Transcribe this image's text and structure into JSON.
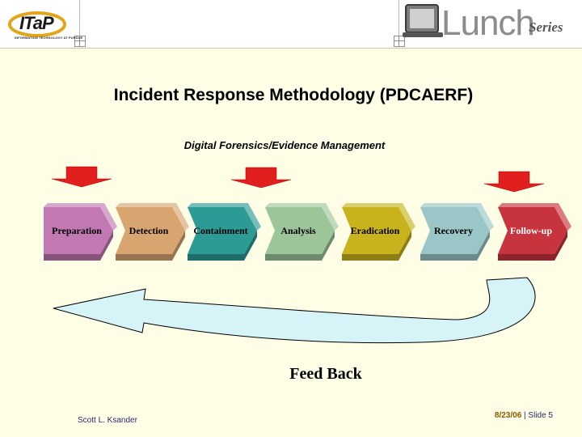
{
  "header": {
    "logo_text": "ITaP",
    "logo_subtext": "INFORMATION TECHNOLOGY AT PURDUE",
    "series_word": "Lunch",
    "series_suffix": "Series"
  },
  "slide": {
    "title": "Incident Response Methodology (PDCAERF)",
    "subtitle": "Digital Forensics/Evidence Management",
    "feedback_label": "Feed Back",
    "author": "Scott L. Ksander",
    "date": "8/23/06",
    "separator": " | ",
    "slide_number": "Slide 5"
  },
  "process": {
    "steps": [
      {
        "label": "Preparation",
        "color": "#c178b3",
        "text_color": "#000000"
      },
      {
        "label": "Detection",
        "color": "#d8a571",
        "text_color": "#000000"
      },
      {
        "label": "Containment",
        "color": "#2c9b96",
        "text_color": "#000000"
      },
      {
        "label": "Analysis",
        "color": "#9cc69a",
        "text_color": "#000000"
      },
      {
        "label": "Eradication",
        "color": "#c8b31d",
        "text_color": "#000000"
      },
      {
        "label": "Recovery",
        "color": "#9ac6c8",
        "text_color": "#000000"
      },
      {
        "label": "Follow-up",
        "color": "#c8343e",
        "text_color": "#ffffff"
      }
    ],
    "arrow_color": "#e21f1f",
    "feedback_color": "#d6f3f7"
  }
}
